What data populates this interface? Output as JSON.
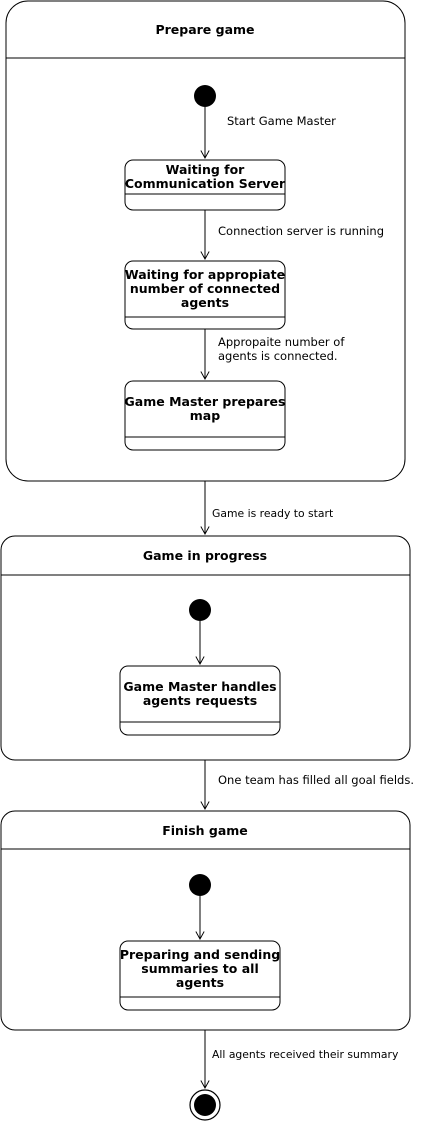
{
  "composites": {
    "prepare": {
      "title": "Prepare game"
    },
    "progress": {
      "title": "Game in progress"
    },
    "finish": {
      "title": "Finish game"
    }
  },
  "states": {
    "waiting_server": {
      "line1": "Waiting for",
      "line2": "Communication Server"
    },
    "waiting_agents": {
      "line1": "Waiting for appropiate",
      "line2": "number of connected",
      "line3": "agents"
    },
    "prepares_map": {
      "line1": "Game Master prepares",
      "line2": "map"
    },
    "handles_requests": {
      "line1": "Game Master handles",
      "line2": "agents requests"
    },
    "sending_summaries": {
      "line1": "Preparing and sending",
      "line2": "summaries to all",
      "line3": "agents"
    }
  },
  "transitions": {
    "start_gm": "Start Game Master",
    "server_running": "Connection server is running",
    "agents_connected_1": "Appropaite number of",
    "agents_connected_2": "agents is connected.",
    "ready_to_start": "Game is ready to start",
    "team_filled": "One team has filled all goal fields.",
    "all_received": "All agents received their summary"
  }
}
